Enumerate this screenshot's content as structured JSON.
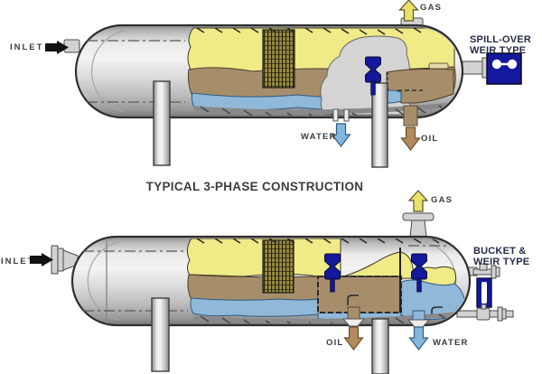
{
  "title": "TYPICAL 3-PHASE CONSTRUCTION",
  "colors": {
    "gas": "#f0ea87",
    "gas-arrow": "#e9e06c",
    "oil": "#a78e6b",
    "oil-arrow": "#b38a5c",
    "water": "#8fb8d9",
    "water-arrow": "#83b5dd",
    "navy": "#14189c",
    "label": "#3d3d3d",
    "type-label": "#272c47",
    "mesh": "#9a8c42"
  },
  "top_separator": {
    "name": "spill-over weir type 3-phase separator",
    "inlet": "INLET",
    "gas": "GAS",
    "water": "WATER",
    "oil": "OIL",
    "type_line1": "SPILL-OVER",
    "type_line2": "WEIR TYPE"
  },
  "bottom_separator": {
    "name": "bucket and weir type 3-phase separator",
    "inlet": "INLET",
    "gas": "GAS",
    "oil": "OIL",
    "water": "WATER",
    "type_line1": "BUCKET &",
    "type_line2": "WEIR TYPE"
  }
}
